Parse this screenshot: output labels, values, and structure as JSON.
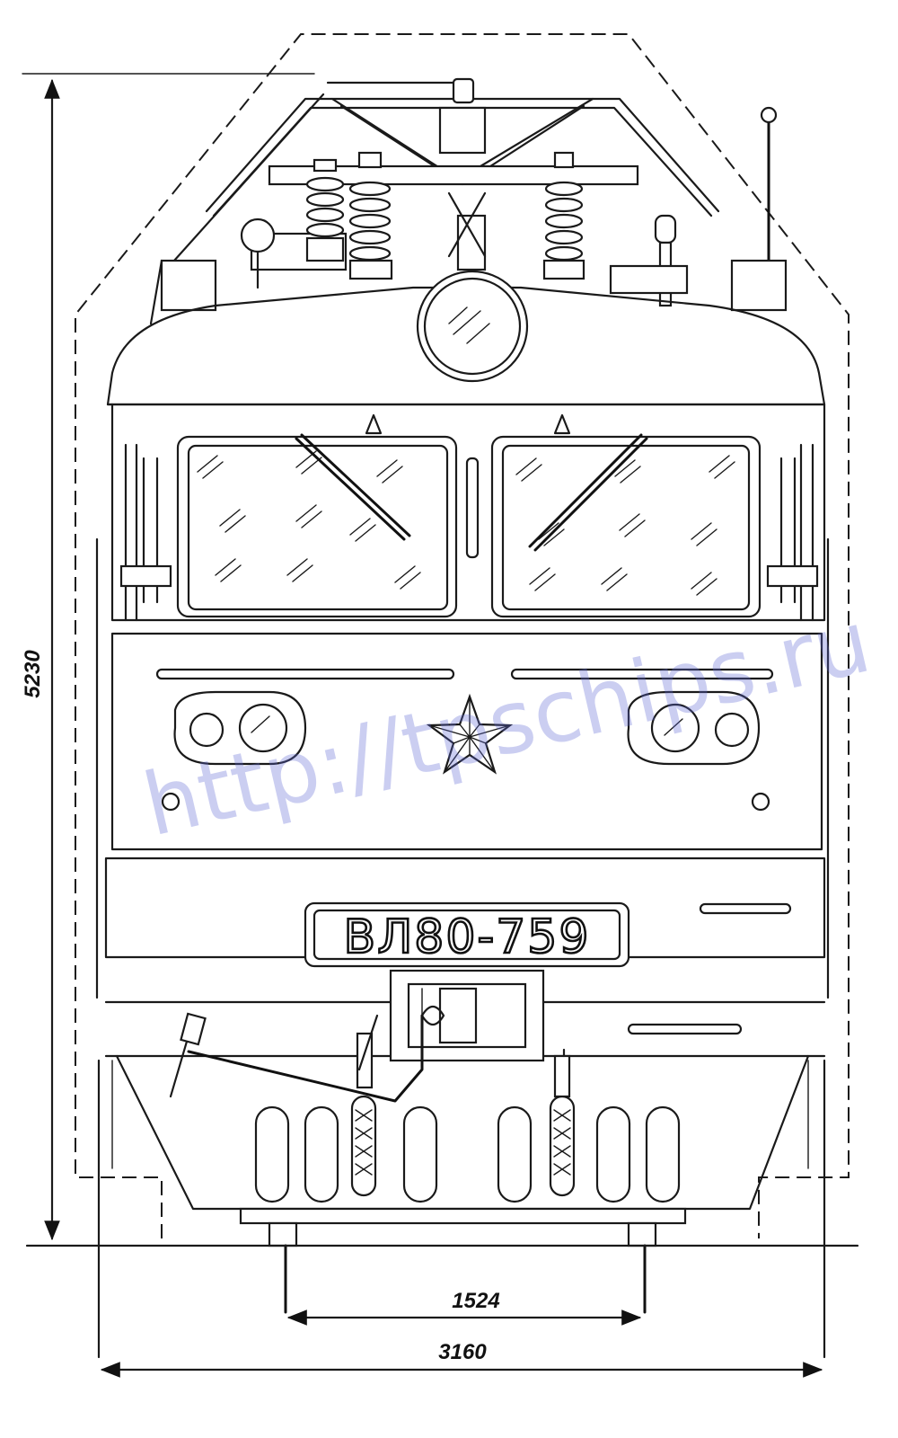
{
  "dimensions": {
    "height": "5230",
    "gauge": "1524",
    "width": "3160"
  },
  "locomotive": {
    "number_plate": "ВЛ80-759"
  },
  "watermark": "http://tpschips.ru"
}
